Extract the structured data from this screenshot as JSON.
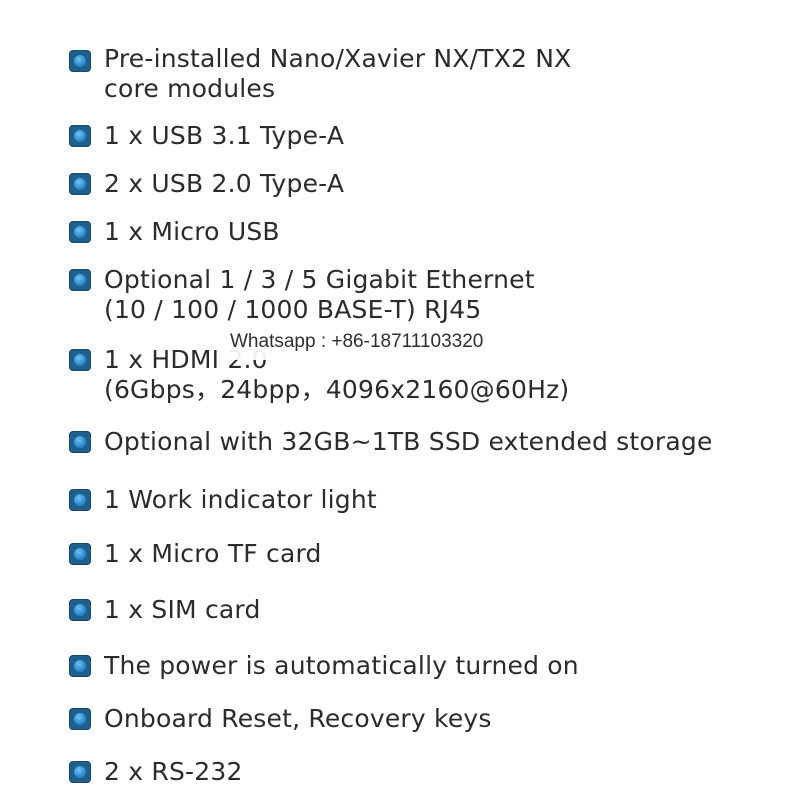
{
  "features": [
    {
      "lines": [
        "Pre-installed Nano/Xavier NX/TX2 NX",
        "core modules"
      ],
      "icon": "bullet-square-icon"
    },
    {
      "lines": [
        "1 x USB 3.1 Type-A"
      ],
      "icon": "bullet-square-icon"
    },
    {
      "lines": [
        "2 x USB 2.0 Type-A"
      ],
      "icon": "bullet-square-icon"
    },
    {
      "lines": [
        "1 x Micro USB"
      ],
      "icon": "bullet-square-icon"
    },
    {
      "lines": [
        "Optional 1 / 3 / 5 Gigabit Ethernet",
        "(10 / 100 / 1000 BASE-T) RJ45"
      ],
      "icon": "bullet-square-icon"
    },
    {
      "lines": [
        "1 x HDMI 2.0",
        "(6Gbps，24bpp，4096x2160@60Hz)"
      ],
      "icon": "bullet-square-icon"
    },
    {
      "lines": [
        "Optional with 32GB~1TB SSD extended storage"
      ],
      "icon": "bullet-square-icon"
    },
    {
      "lines": [
        "1 Work indicator light"
      ],
      "icon": "bullet-square-icon"
    },
    {
      "lines": [
        "1 x Micro TF card"
      ],
      "icon": "bullet-square-icon"
    },
    {
      "lines": [
        "1 x SIM card"
      ],
      "icon": "bullet-square-icon"
    },
    {
      "lines": [
        "The power is automatically turned on"
      ],
      "icon": "bullet-square-icon"
    },
    {
      "lines": [
        "Onboard Reset, Recovery keys"
      ],
      "icon": "bullet-square-icon"
    },
    {
      "lines": [
        "2 x RS-232"
      ],
      "icon": "bullet-square-icon"
    }
  ],
  "watermark": "Whatsapp : +86-18711103320",
  "colors": {
    "text": "#2b2b2b",
    "bullet_outer": "#1f5f8c",
    "bullet_inner": "#3a9ad8"
  }
}
